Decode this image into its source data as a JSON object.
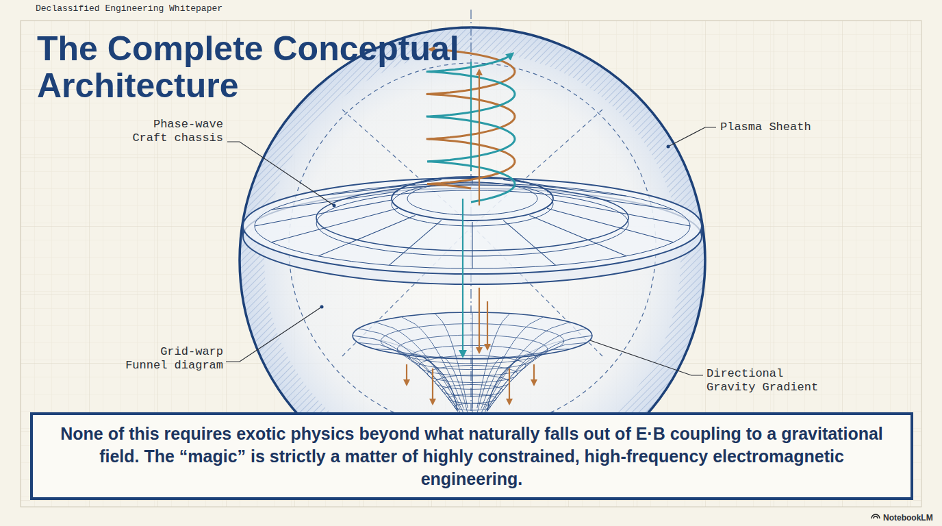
{
  "diagram": {
    "title": "The Complete Conceptual Architecture",
    "caption": "None of this requires exotic physics beyond what naturally falls out of E·B coupling to a gravitational field. The “magic” is strictly a matter of highly constrained, high-frequency electromagnetic engineering.",
    "labels": [
      "Declassified Engineering Whitepaper",
      "Phase-wave Craft chassis",
      "Plasma Sheath",
      "Grid-warp Funnel diagram",
      "Directional Gravity Gradient",
      "NotebookLM"
    ]
  }
}
